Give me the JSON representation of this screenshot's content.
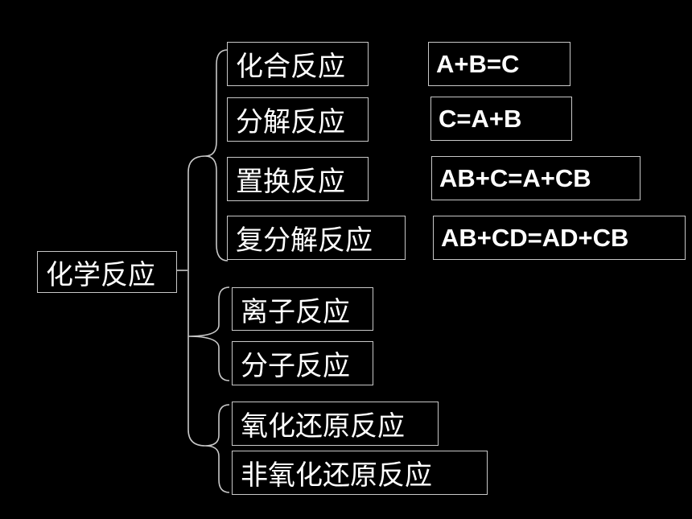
{
  "root": {
    "label": "化学反应"
  },
  "groups": [
    {
      "items": [
        {
          "label": "化合反应",
          "formula": "A+B=C"
        },
        {
          "label": "分解反应",
          "formula": "C=A+B"
        },
        {
          "label": "置换反应",
          "formula": "AB+C=A+CB"
        },
        {
          "label": "复分解反应",
          "formula": "AB+CD=AD+CB"
        }
      ]
    },
    {
      "items": [
        {
          "label": "离子反应"
        },
        {
          "label": "分子反应"
        }
      ]
    },
    {
      "items": [
        {
          "label": "氧化还原反应"
        },
        {
          "label": "非氧化还原反应"
        }
      ]
    }
  ],
  "colors": {
    "background": "#000000",
    "text": "#ffffff",
    "line": "#c8c8c8"
  }
}
